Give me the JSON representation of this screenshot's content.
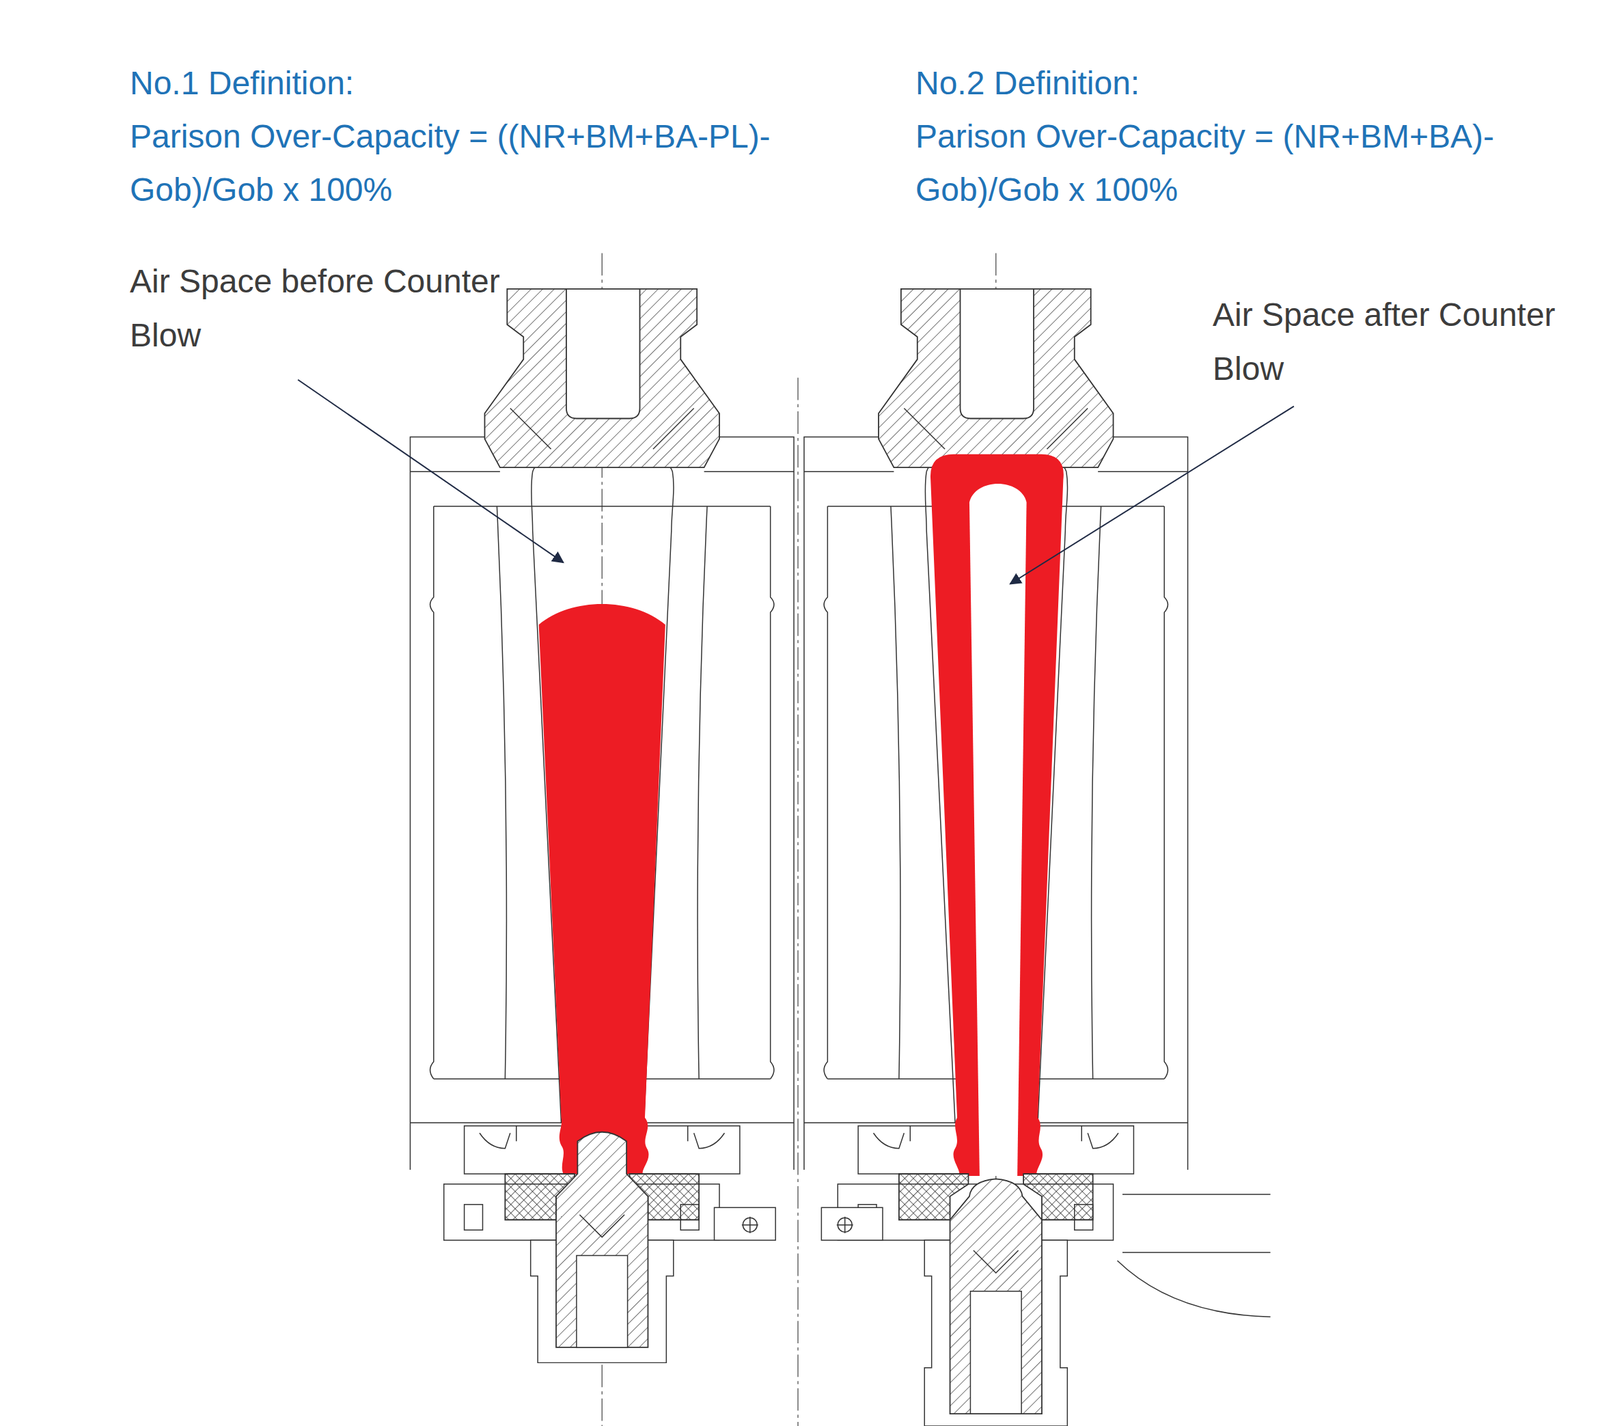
{
  "diagram": {
    "labels": [
      "No.1 Definition:",
      "Parison Over-Capacity = ((NR+BM+BA-PL)-Gob)/Gob x 100%",
      "No.2 Definition:",
      "Parison Over-Capacity = (NR+BM+BA)-Gob)/Gob x 100%",
      "Air Space before Counter Blow",
      "Air Space after Counter Blow"
    ]
  }
}
